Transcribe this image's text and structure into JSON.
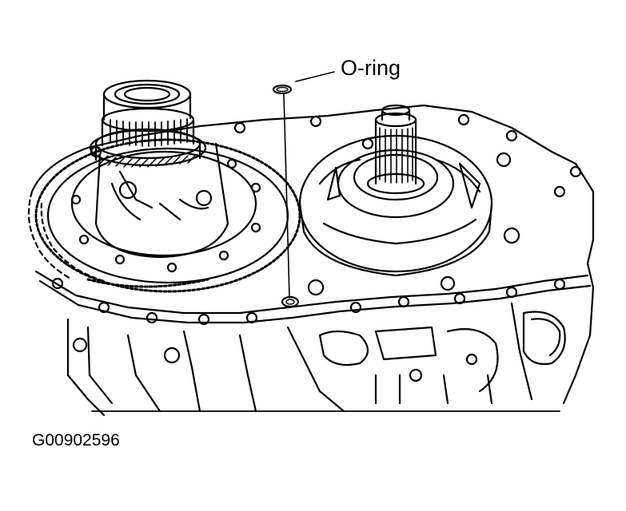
{
  "diagram": {
    "callouts": [
      {
        "label": "O-ring",
        "target": "o-ring"
      }
    ],
    "figure_id": "G00902596",
    "stroke_color": "#000000",
    "background_color": "#ffffff"
  }
}
